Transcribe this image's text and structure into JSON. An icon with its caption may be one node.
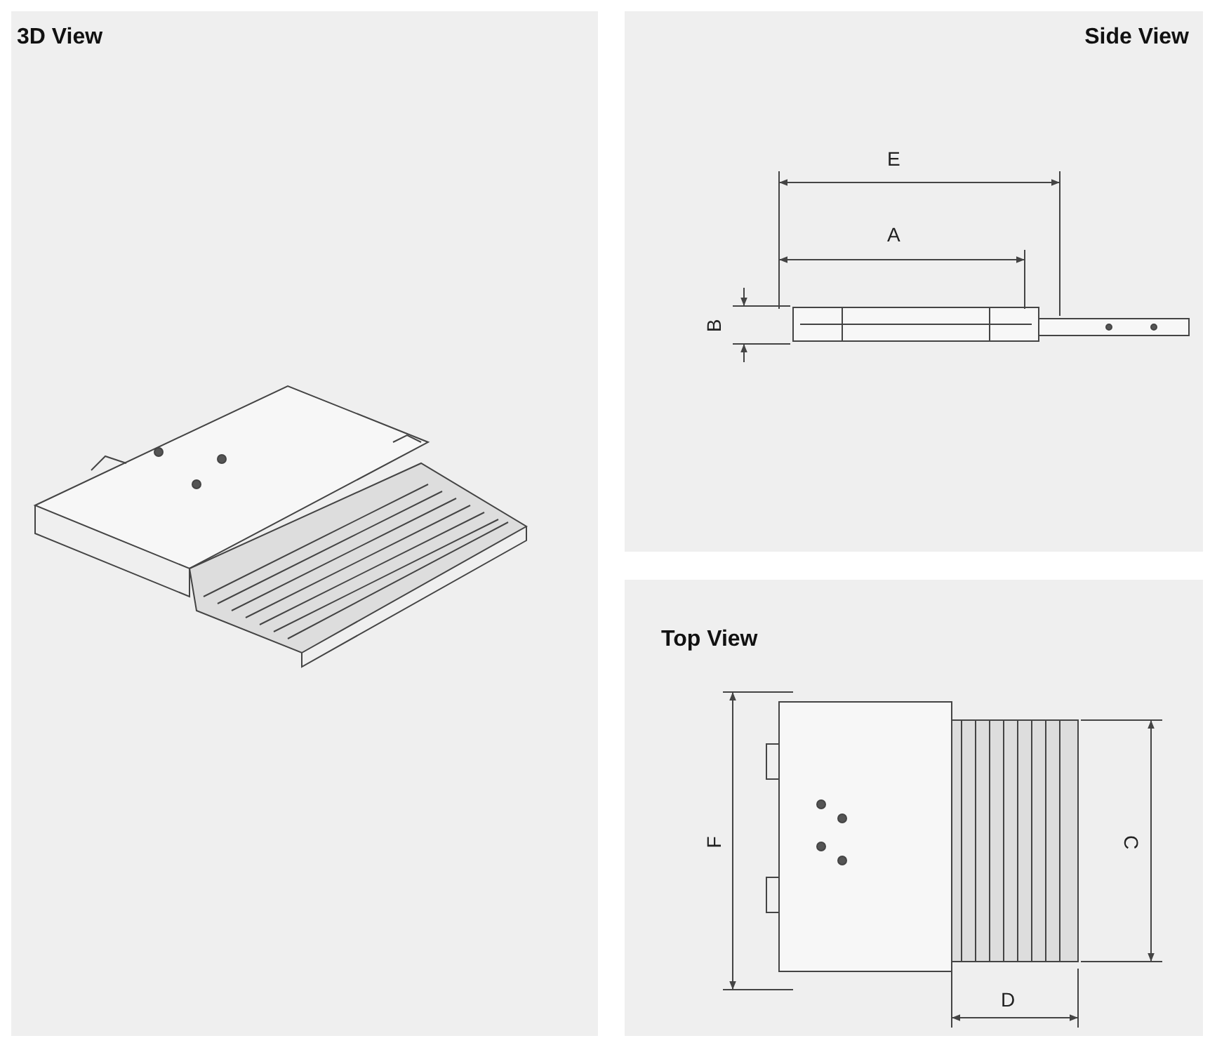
{
  "diagram": {
    "nodes": [
      {
        "text": [
          "3D View"
        ]
      },
      {
        "text": [
          "Side View"
        ]
      },
      {
        "text": [
          "Top View"
        ]
      }
    ],
    "labels": [
      "E",
      "A",
      "B",
      "F",
      "C",
      "D"
    ]
  }
}
